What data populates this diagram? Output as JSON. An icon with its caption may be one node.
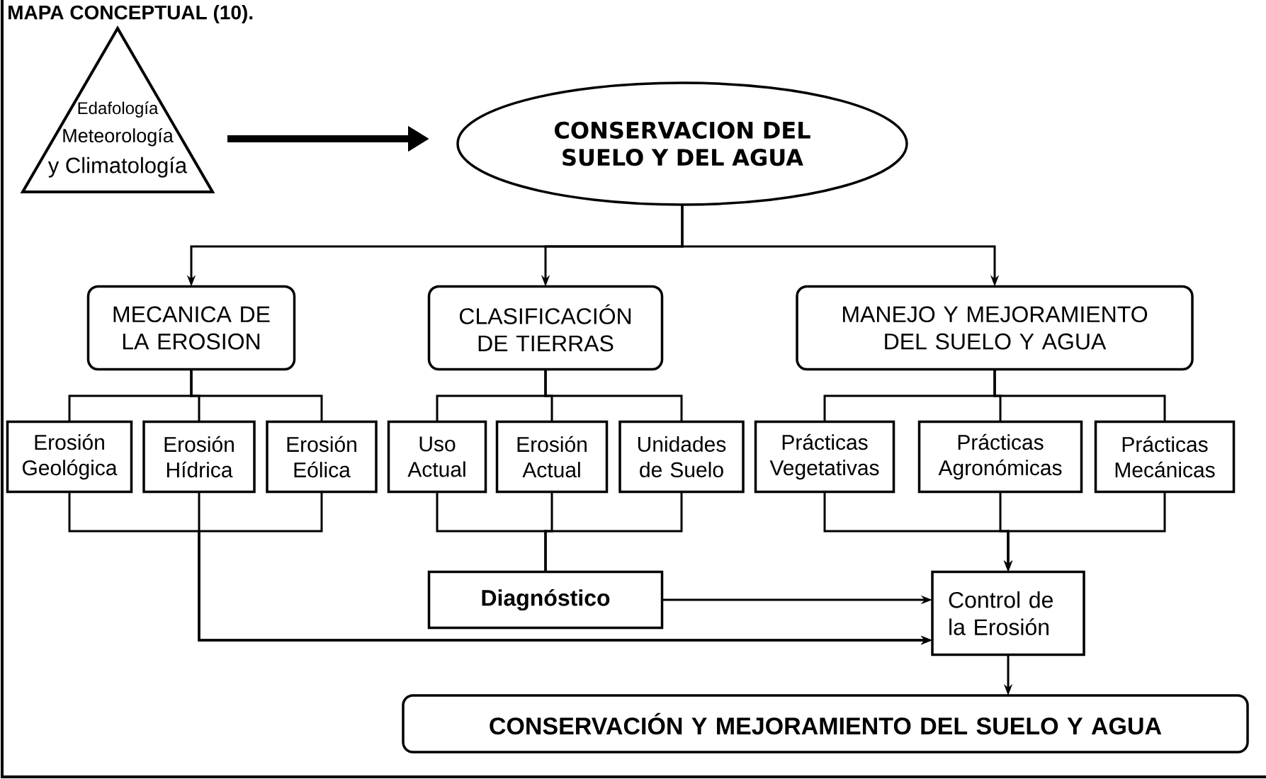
{
  "diagram": {
    "title": "MAPA CONCEPTUAL (10).",
    "nodes": [
      {
        "text": [
          "Edafología",
          "Meteorología",
          "y Climatología"
        ]
      },
      {
        "text": [
          "CONSERVACION DEL SUELO Y DEL AGUA"
        ]
      },
      {
        "text": [
          "MECANICA DE LA EROSION"
        ]
      },
      {
        "text": [
          "CLASIFICACIÓN DE TIERRAS"
        ]
      },
      {
        "text": [
          "MANEJO Y MEJORAMIENTO DEL SUELO Y AGUA"
        ]
      },
      {
        "text": [
          "Erosión Geológica"
        ]
      },
      {
        "text": [
          "Erosión Hídrica"
        ]
      },
      {
        "text": [
          "Erosión Eólica"
        ]
      },
      {
        "text": [
          "Uso Actual"
        ]
      },
      {
        "text": [
          "Erosión Actual"
        ]
      },
      {
        "text": [
          "Unidades de Suelo"
        ]
      },
      {
        "text": [
          "Prácticas Vegetativas"
        ]
      },
      {
        "text": [
          "Prácticas Agronómicas"
        ]
      },
      {
        "text": [
          "Prácticas Mecánicas"
        ]
      },
      {
        "text": [
          "Diagnóstico"
        ]
      },
      {
        "text": [
          "Control de la Erosión"
        ]
      },
      {
        "text": [
          "CONSERVACIÓN Y MEJORAMIENTO DEL SUELO Y AGUA"
        ]
      }
    ],
    "edges": [
      {
        "from": 0,
        "to": 1,
        "arrow": "to",
        "style": "thick"
      },
      {
        "from": 1,
        "to": 2,
        "arrow": "to"
      },
      {
        "from": 1,
        "to": 3,
        "arrow": "to"
      },
      {
        "from": 1,
        "to": 4,
        "arrow": "to"
      },
      {
        "from": 2,
        "to": 5,
        "arrow": "none"
      },
      {
        "from": 2,
        "to": 6,
        "arrow": "none"
      },
      {
        "from": 2,
        "to": 7,
        "arrow": "none"
      },
      {
        "from": 3,
        "to": 8,
        "arrow": "none"
      },
      {
        "from": 3,
        "to": 9,
        "arrow": "none"
      },
      {
        "from": 3,
        "to": 10,
        "arrow": "none"
      },
      {
        "from": 4,
        "to": 11,
        "arrow": "none"
      },
      {
        "from": 4,
        "to": 12,
        "arrow": "none"
      },
      {
        "from": 4,
        "to": 13,
        "arrow": "none"
      },
      {
        "from": 5,
        "to": 15,
        "arrow": "to"
      },
      {
        "from": 6,
        "to": 15,
        "arrow": "to"
      },
      {
        "from": 7,
        "to": 15,
        "arrow": "to"
      },
      {
        "from": 8,
        "to": 14,
        "arrow": "none"
      },
      {
        "from": 9,
        "to": 14,
        "arrow": "none"
      },
      {
        "from": 10,
        "to": 14,
        "arrow": "none"
      },
      {
        "from": 14,
        "to": 15,
        "arrow": "to"
      },
      {
        "from": 11,
        "to": 15,
        "arrow": "to"
      },
      {
        "from": 12,
        "to": 15,
        "arrow": "to"
      },
      {
        "from": 13,
        "to": 15,
        "arrow": "to"
      },
      {
        "from": 15,
        "to": 16,
        "arrow": "to"
      }
    ]
  }
}
